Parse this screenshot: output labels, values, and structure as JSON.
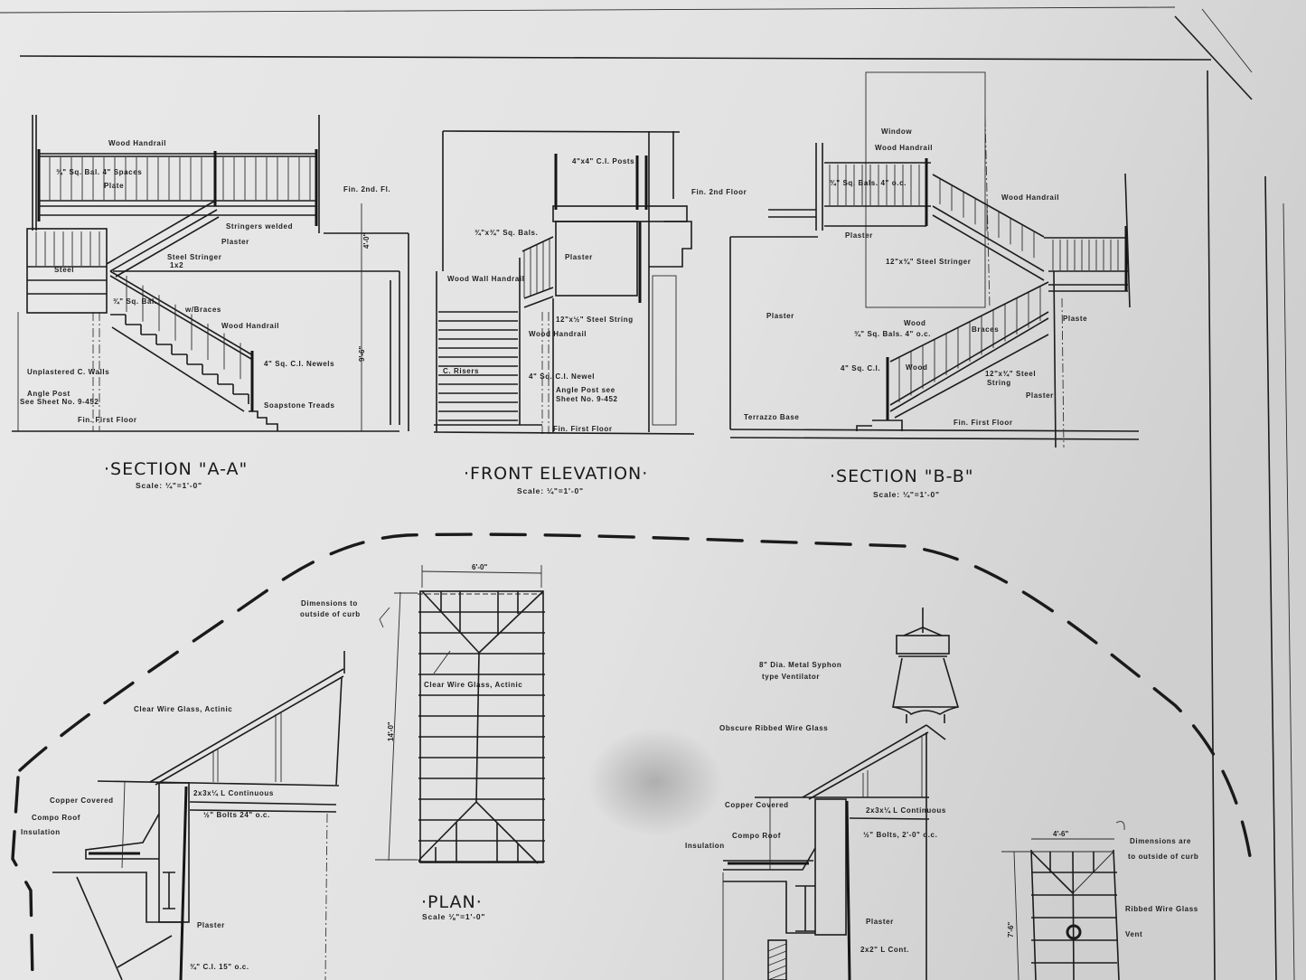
{
  "colors": {
    "paper": "#e4e4e4",
    "ink": "#1c1c1c"
  },
  "section_aa": {
    "title": "·SECTION \"A-A\"",
    "scale": "Scale: ¼\"=1'-0\"",
    "labels": [
      "Wood Handrail",
      "¾\" Sq. Bal. 4\" Spaces",
      "Plate",
      "Fin. 2nd. Fl.",
      "Stringers welded",
      "Plaster",
      "Steel Stringer",
      "1x2",
      "Steel",
      "¾\" Sq. Bal.",
      "w/Braces",
      "Wood Handrail",
      "4\" Sq. C.I. Newels",
      "Unplastered C. Walls",
      "Angle Post",
      "See Sheet No. 9-452",
      "Soapstone Treads",
      "Fin. First Floor",
      "4'-0\"",
      "9'-6\""
    ]
  },
  "front_elevation": {
    "title": "·FRONT ELEVATION·",
    "scale": "Scale: ¼\"=1'-0\"",
    "labels": [
      "4\"x4\" C.I. Posts",
      "Fin. 2nd Floor",
      "¾\"x¾\" Sq. Bals.",
      "Plaster",
      "Wood Wall Handrail",
      "12\"x½\" Steel String",
      "Wood Handrail",
      "C. Risers",
      "4\" Sq. C.I. Newel",
      "Angle Post see",
      "Sheet No. 9-452",
      "Fin. First Floor"
    ]
  },
  "section_bb": {
    "title": "·SECTION \"B-B\"",
    "scale": "Scale: ¼\"=1'-0\"",
    "labels": [
      "Window",
      "Wood Handrail",
      "¾\" Sq. Bals. 4\" o.c.",
      "Wood Handrail",
      "Plaster",
      "12\"x¾\" Steel Stringer",
      "Plaster",
      "Wood",
      "¾\" Sq. Bals. 4\" o.c.",
      "Braces",
      "Plaste",
      "4\" Sq. C.I.",
      "Wood",
      "12\"x¾\" Steel",
      "String",
      "Plaster",
      "Terrazzo Base",
      "Fin. First Floor"
    ]
  },
  "skylight_section_left": {
    "labels": [
      "Clear Wire Glass, Actinic",
      "Copper Covered",
      "Compo Roof",
      "Insulation",
      "2x3x¼ L Continuous",
      "½\" Bolts 24\" o.c.",
      "Plaster",
      "¾\" C.I. 15\" o.c."
    ]
  },
  "plan": {
    "title": "·PLAN·",
    "scale": "Scale ⅛\"=1'-0\"",
    "labels": [
      "Dimensions to",
      "outside of curb",
      "6'-0\"",
      "14'-0\"",
      "Clear Wire Glass, Actinic"
    ]
  },
  "skylight_section_right": {
    "labels": [
      "8\" Dia. Metal Syphon",
      "type Ventilator",
      "Obscure Ribbed Wire Glass",
      "Copper Covered",
      "Compo Roof",
      "Insulation",
      "2x3x¼ L Continuous",
      "½\" Bolts, 2'-0\" o.c.",
      "Plaster",
      "2x2\" L Cont."
    ]
  },
  "small_plan": {
    "labels": [
      "4'-6\"",
      "7'-6\"",
      "Dimensions are",
      "to outside of curb",
      "Ribbed Wire Glass",
      "Vent"
    ]
  }
}
